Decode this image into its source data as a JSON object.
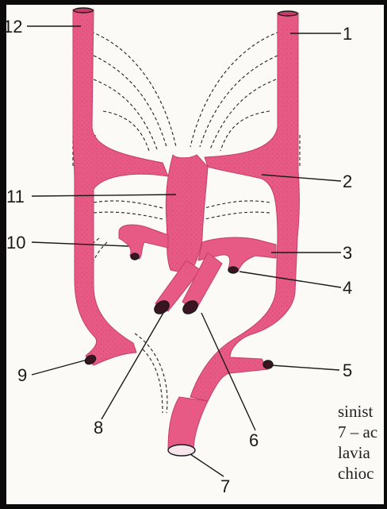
{
  "figure": {
    "labels": [
      {
        "id": "label-1",
        "text": "1"
      },
      {
        "id": "label-2",
        "text": "2"
      },
      {
        "id": "label-3",
        "text": "3"
      },
      {
        "id": "label-4",
        "text": "4"
      },
      {
        "id": "label-5",
        "text": "5"
      },
      {
        "id": "label-6",
        "text": "6"
      },
      {
        "id": "label-7",
        "text": "7"
      },
      {
        "id": "label-8",
        "text": "8"
      },
      {
        "id": "label-9",
        "text": "9"
      },
      {
        "id": "label-10",
        "text": "10"
      },
      {
        "id": "label-11",
        "text": "11"
      },
      {
        "id": "label-12",
        "text": "12"
      }
    ],
    "caption_lines": [
      "sinist",
      "7 – ac",
      "lavia",
      "chioc"
    ]
  },
  "colors": {
    "vessel": "#e85a86",
    "vessel_dark": "#c63d6b",
    "outline": "#1a1a1a",
    "paper": "#fbfaf7"
  }
}
